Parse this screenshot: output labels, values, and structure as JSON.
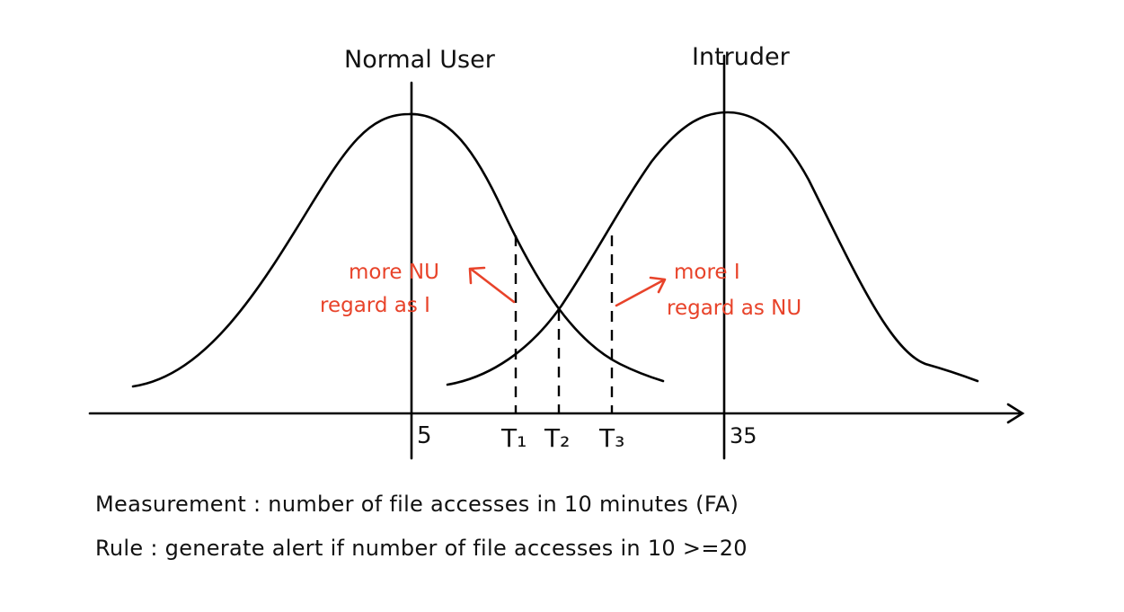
{
  "labels": {
    "normal_user": "Normal User",
    "intruder": "Intruder",
    "tick_normal_mean": "5",
    "tick_intruder_mean": "35",
    "t1": "T₁",
    "t2": "T₂",
    "t3": "T₃"
  },
  "annotations": {
    "left_line1": "more NU",
    "left_line2": "regard as I",
    "right_line1": "more I",
    "right_line2": "regard as NU",
    "color": "#e8432a"
  },
  "notes": {
    "measurement": "Measurement : number of file accesses in 10 minutes (FA)",
    "rule": "Rule : generate alert if number of file accesses in 10 >=20"
  }
}
